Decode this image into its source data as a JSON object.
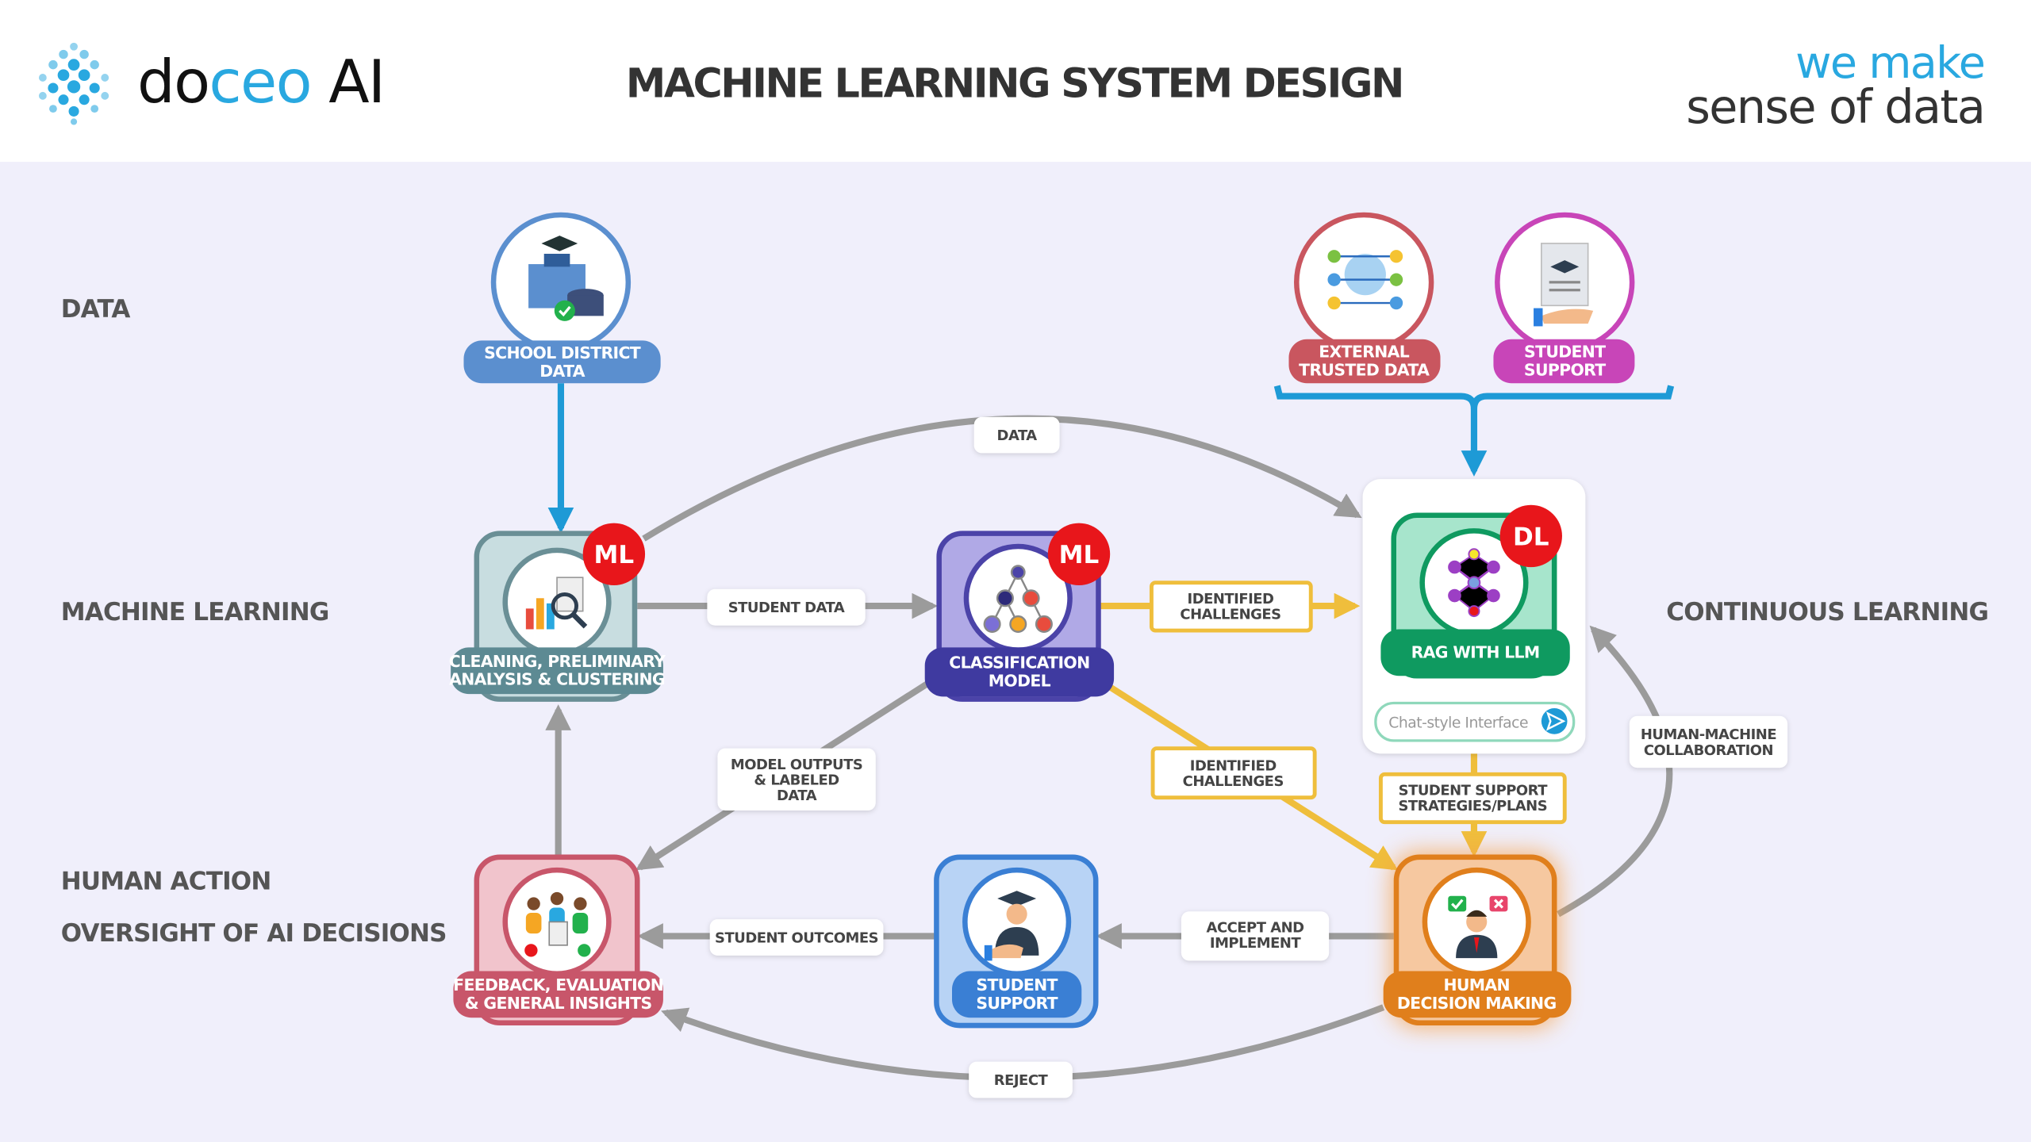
{
  "header": {
    "logo_text_a": "do",
    "logo_text_b": "ceo",
    "logo_text_c": " AI",
    "title": "MACHINE LEARNING SYSTEM DESIGN",
    "tagline_1": "we make",
    "tagline_2": "sense of data"
  },
  "sections": {
    "data": "DATA",
    "machine_learning": "MACHINE LEARNING",
    "human_action": "HUMAN ACTION",
    "oversight": "OVERSIGHT OF AI DECISIONS",
    "continuous_learning": "CONTINUOUS LEARNING"
  },
  "nodes": {
    "school_district": {
      "line1": "SCHOOL DISTRICT",
      "line2": "DATA",
      "color": "#5b8fcf"
    },
    "external_trusted": {
      "line1": "EXTERNAL",
      "line2": "TRUSTED DATA",
      "color": "#c9565f"
    },
    "student_support_top": {
      "line1": "STUDENT",
      "line2": "SUPPORT",
      "color": "#c845b8"
    },
    "cleaning": {
      "line1": "CLEANING, PRELIMINARY",
      "line2": "ANALYSIS & CLUSTERING",
      "badge": "ML",
      "color": "#5d8a93"
    },
    "classification": {
      "line1": "CLASSIFICATION",
      "line2": "MODEL",
      "badge": "ML",
      "color": "#3f3aa0"
    },
    "rag": {
      "line1": "RAG WITH LLM",
      "badge": "DL",
      "chat_placeholder": "Chat-style Interface",
      "color": "#0f9a60"
    },
    "feedback": {
      "line1": "FEEDBACK, EVALUATION",
      "line2": "& GENERAL INSIGHTS",
      "color": "#c8566a"
    },
    "student_support_bottom": {
      "line1": "STUDENT",
      "line2": "SUPPORT",
      "color": "#3a7fd4"
    },
    "human_decision": {
      "line1": "HUMAN",
      "line2": "DECISION MAKING",
      "color": "#e07f1c"
    }
  },
  "edges": {
    "data": "DATA",
    "student_data": "STUDENT DATA",
    "model_outputs": [
      "MODEL OUTPUTS",
      "& LABELED",
      "DATA"
    ],
    "student_outcomes": "STUDENT OUTCOMES",
    "accept": [
      "ACCEPT AND",
      "IMPLEMENT"
    ],
    "reject": "REJECT",
    "hmc": [
      "HUMAN-MACHINE",
      "COLLABORATION"
    ],
    "identified_1": [
      "IDENTIFIED",
      "CHALLENGES"
    ],
    "identified_2": [
      "IDENTIFIED",
      "CHALLENGES"
    ],
    "strategies": [
      "STUDENT SUPPORT",
      "STRATEGIES/PLANS"
    ]
  },
  "colors": {
    "background": "#f0effb",
    "arrow_gray": "#9b9b9b",
    "arrow_yellow": "#efbe3c",
    "arrow_blue": "#1e9ad6",
    "badge_red": "#e8161b",
    "brand_blue": "#29a8e0"
  }
}
